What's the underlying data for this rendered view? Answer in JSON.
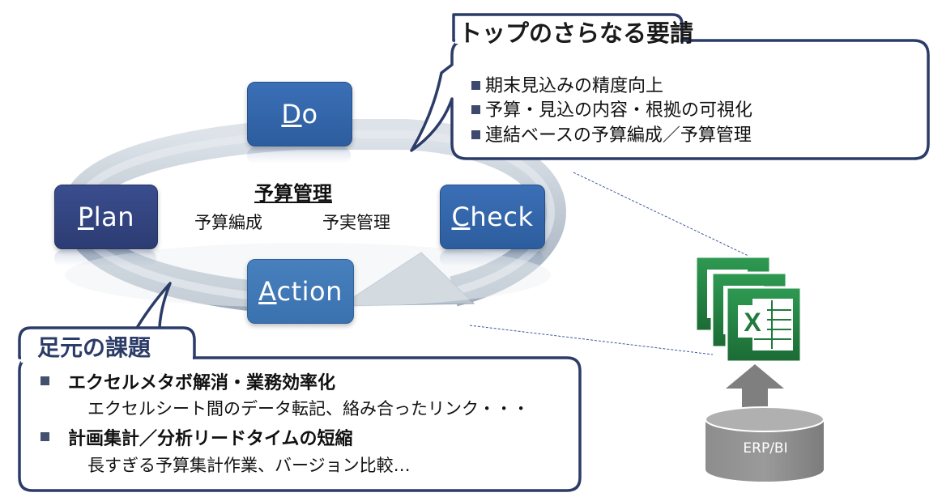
{
  "pdca": {
    "do": {
      "initial": "D",
      "rest": "o"
    },
    "check": {
      "initial": "C",
      "rest": "heck"
    },
    "plan": {
      "initial": "P",
      "rest": "lan"
    },
    "action": {
      "initial": "A",
      "rest": "ction"
    }
  },
  "center": {
    "title": "予算管理",
    "left": "予算編成",
    "right": "予実管理"
  },
  "top_callout": {
    "title": "トップのさらなる要請",
    "items": [
      "期末見込みの精度向上",
      "予算・見込の内容・根拠の可視化",
      "連結ベースの予算編成／予算管理"
    ]
  },
  "bottom_callout": {
    "title": "足元の課題",
    "items": [
      {
        "head": "エクセルメタボ解消・業務効率化",
        "sub": "エクセルシート間のデータ転記、絡み合ったリンク・・・"
      },
      {
        "head": "計画集計／分析リードタイムの短縮",
        "sub": "長すぎる予算集計作業、バージョン比較…"
      }
    ]
  },
  "database": {
    "label": "ERP/BI"
  },
  "icons": [
    "excel-icon",
    "database-icon",
    "up-arrow-icon"
  ],
  "colors": {
    "plan_box": "#2c3c73",
    "do_box": "#2c5d9e",
    "check_box": "#2c5d9e",
    "action_box": "#3a72b0",
    "ring": "#c5ced8",
    "callout_border": "#2c3c68",
    "excel_green": "#1f7a3c",
    "db_gray": "#8a8a8a"
  }
}
